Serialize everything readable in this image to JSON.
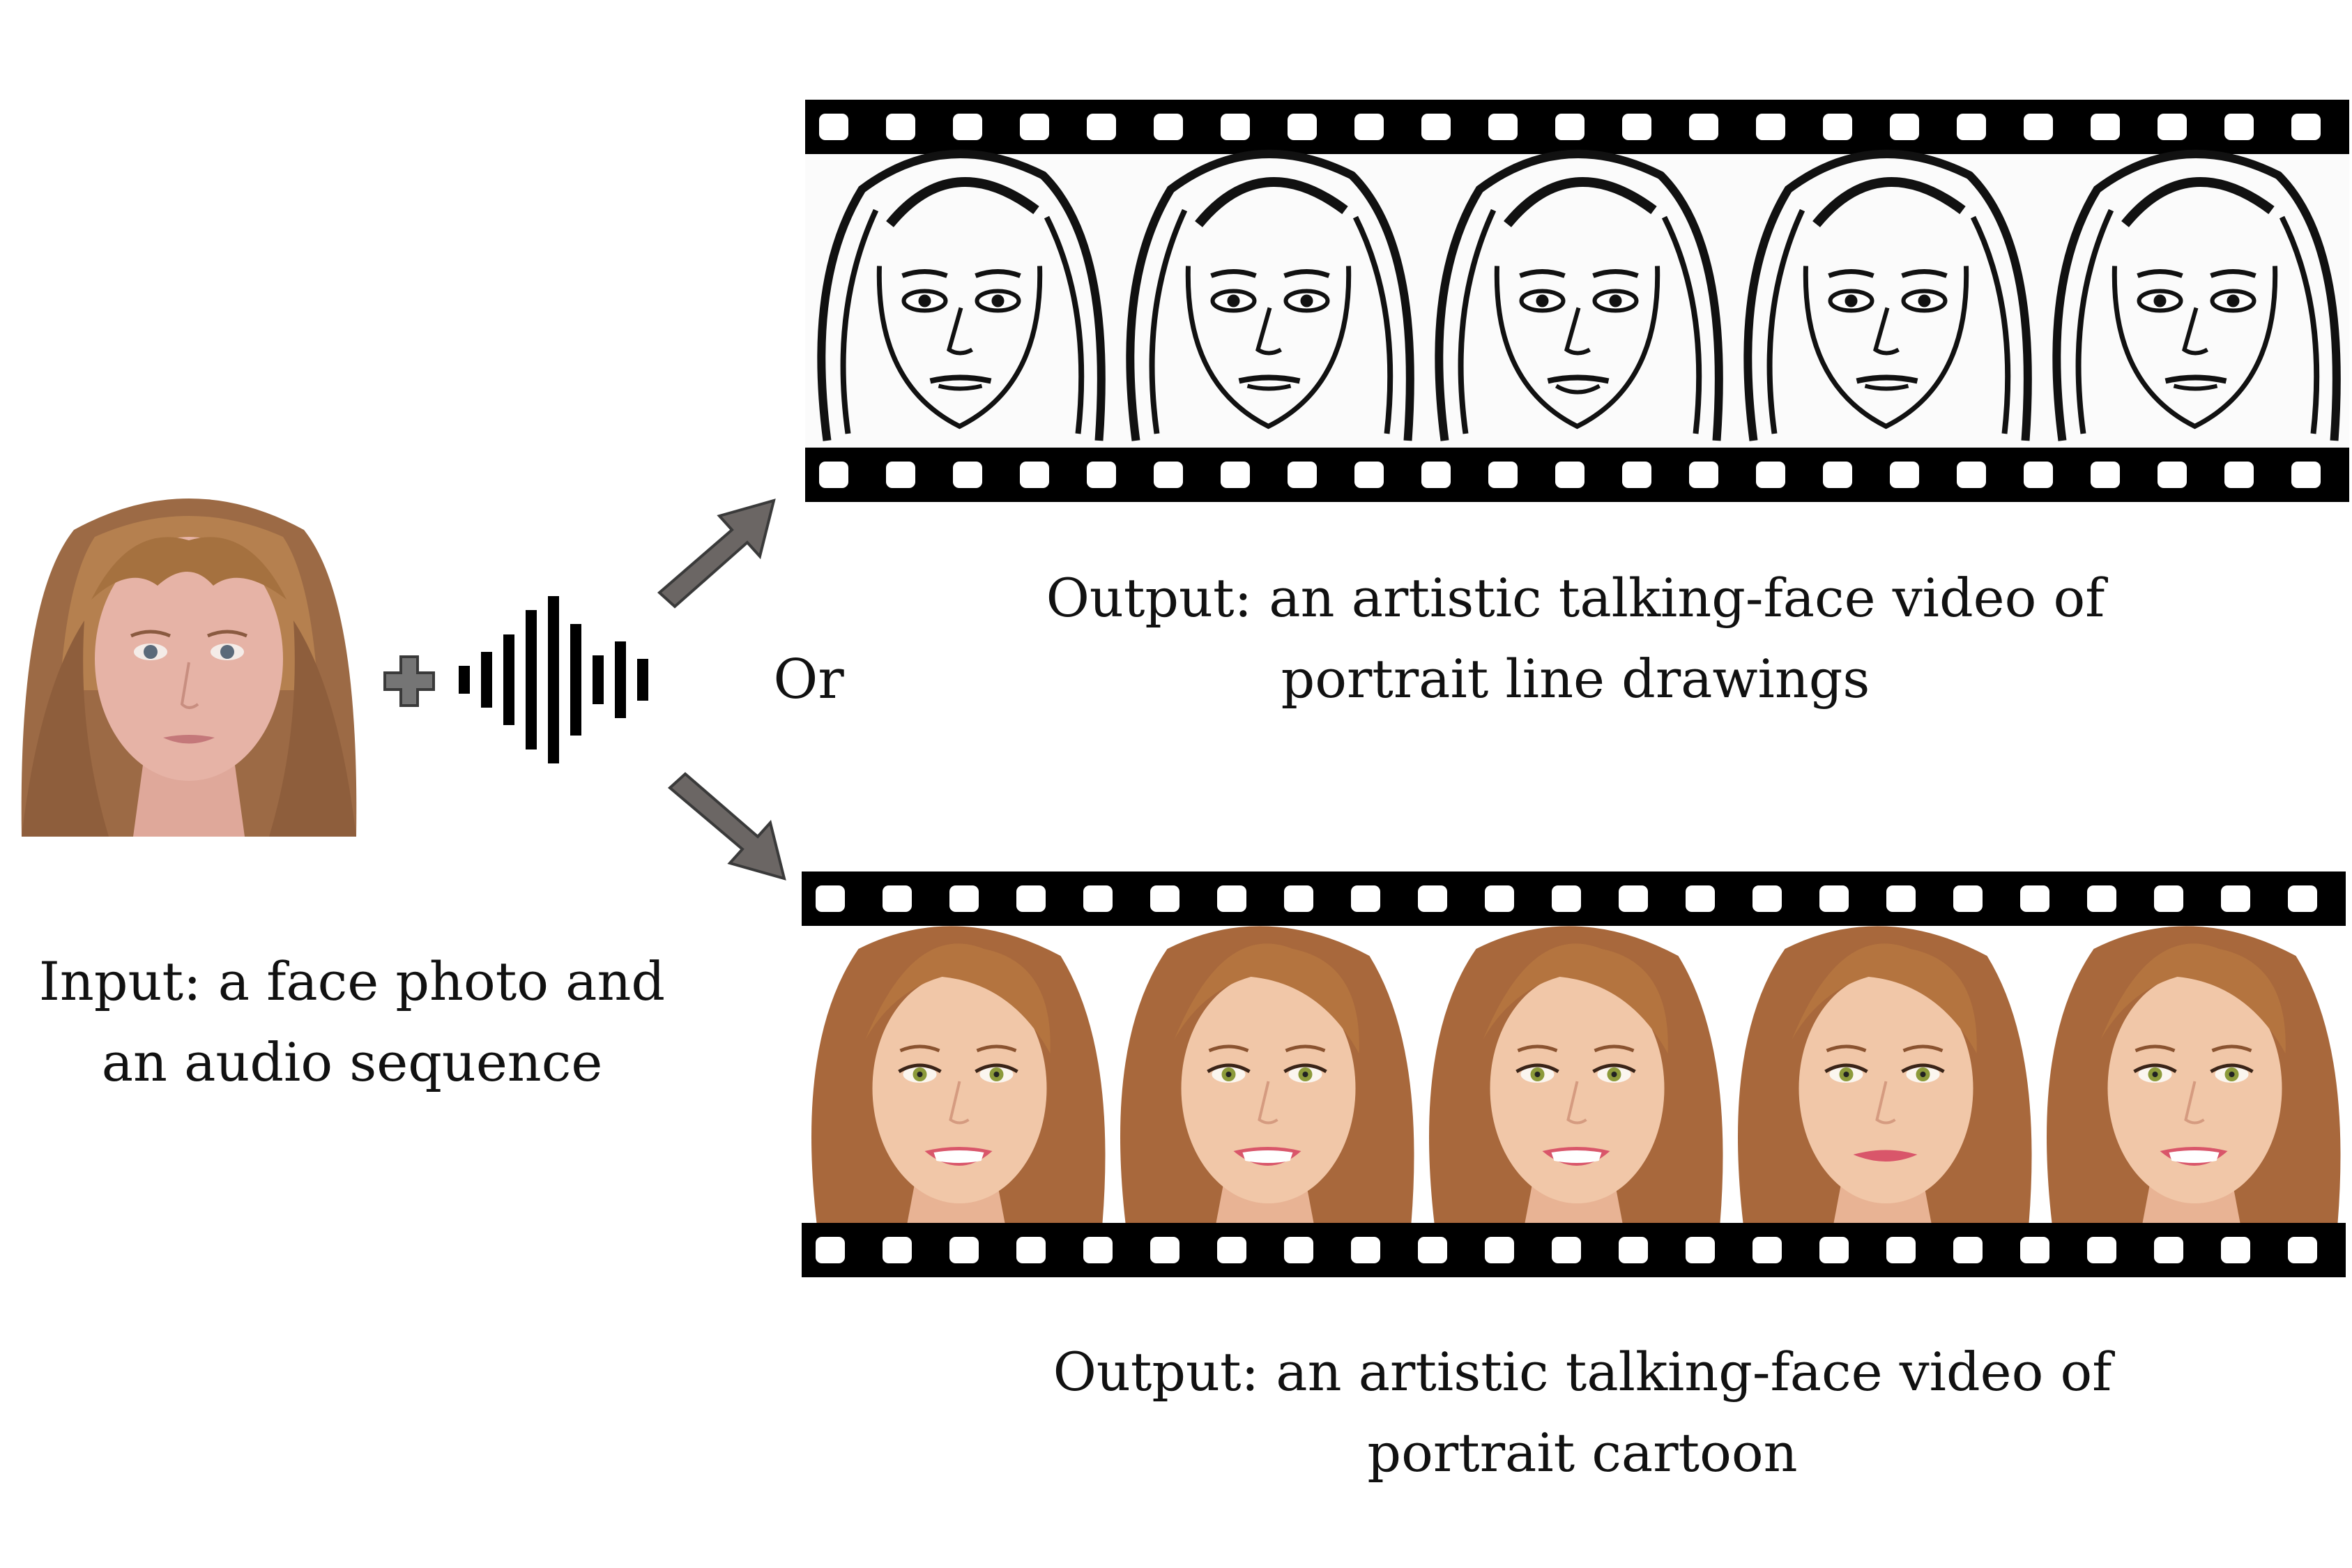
{
  "input": {
    "line1": "Input: a face photo and",
    "line2": "an audio sequence"
  },
  "connector": {
    "or_label": "Or"
  },
  "outputs": [
    {
      "style": "line-drawing",
      "line1": "Output: an artistic talking-face video of",
      "line2": "portrait line drawings",
      "frame_count": 5
    },
    {
      "style": "cartoon",
      "line1": "Output: an artistic talking-face video of",
      "line2": "portrait cartoon",
      "frame_count": 5
    }
  ],
  "icons": {
    "plus": "plus-icon",
    "audio": "audio-waveform-icon",
    "arrow_up": "arrow-up-right-icon",
    "arrow_down": "arrow-down-right-icon"
  },
  "colors": {
    "film": "#000000",
    "arrow": "#6b6664",
    "skin_photo": "#e6b3a6",
    "hair_photo": "#9c6a45",
    "skin_cartoon": "#f1c7a8",
    "hair_cartoon": "#a8683c",
    "lips_cartoon": "#d9566a",
    "eyes_cartoon": "#8c9a3a"
  }
}
